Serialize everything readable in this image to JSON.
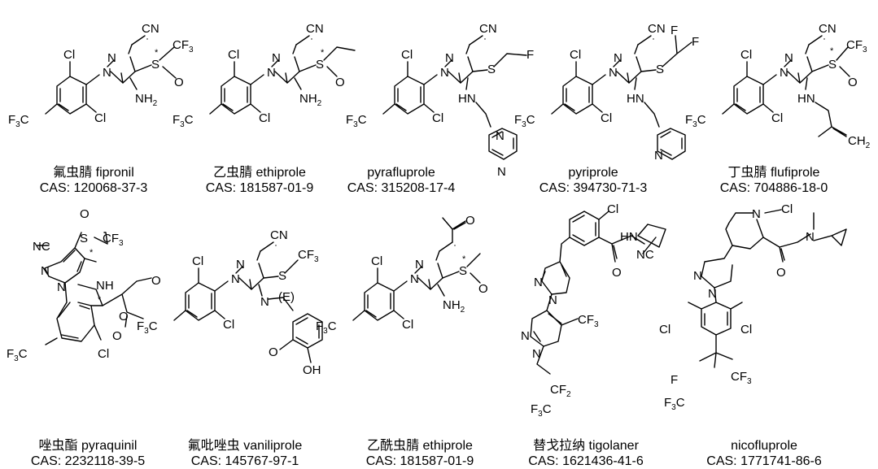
{
  "atoms": {
    "CN": "CN",
    "Cl": "Cl",
    "N": "N",
    "S": "S",
    "O": "O",
    "NH": "NH",
    "HN": "HN",
    "NH2_main": "NH",
    "sub2": "2",
    "sub3": "3",
    "CF3_main": "CF",
    "F3C_main": "F",
    "F3C_tail": "C",
    "F": "F",
    "CH2_main": "CH",
    "OH": "OH",
    "E": "(E)",
    "NC": "NC",
    "CF2_main": "CF",
    "star": "*"
  },
  "compounds": [
    {
      "name": "氟虫腈 fipronil",
      "cas": "CAS: 120068-37-3"
    },
    {
      "name": "乙虫腈 ethiprole",
      "cas": "CAS: 181587-01-9"
    },
    {
      "name": "pyrafluprole",
      "cas": "CAS: 315208-17-4"
    },
    {
      "name": "pyriprole",
      "cas": "CAS: 394730-71-3"
    },
    {
      "name": "丁虫腈 flufiprole",
      "cas": "CAS: 704886-18-0"
    },
    {
      "name": "唑虫酯 pyraquinil",
      "cas": "CAS: 2232118-39-5"
    },
    {
      "name": "氟吡唑虫 vaniliprole",
      "cas": "CAS: 145767-97-1"
    },
    {
      "name": "乙酰虫腈 ethiprole",
      "cas": "CAS: 181587-01-9"
    },
    {
      "name": "替戈拉纳 tigolaner",
      "cas": "CAS: 1621436-41-6"
    },
    {
      "name": "nicofluprole",
      "cas": "CAS: 1771741-86-6"
    }
  ]
}
